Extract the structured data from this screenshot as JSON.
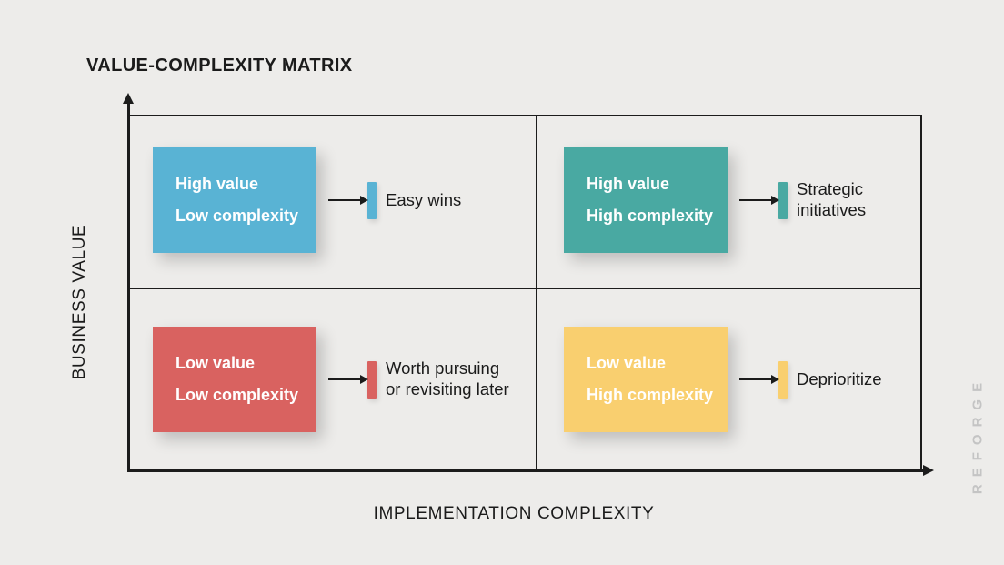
{
  "title": "VALUE-COMPLEXITY MATRIX",
  "axes": {
    "y_label": "BUSINESS VALUE",
    "x_label": "IMPLEMENTATION COMPLEXITY"
  },
  "watermark": "REFORGE",
  "colors": {
    "background": "#EDECEA",
    "axis_line": "#1C1C1C",
    "text": "#1B1B1B",
    "box_text": "#FFFFFF",
    "watermark_text": "#C4C4C4",
    "blue": "#59B3D4",
    "teal": "#49A9A2",
    "red": "#D96260",
    "yellow": "#F9CF6F"
  },
  "quadrants": [
    {
      "position": "top-left",
      "color": "#59B3D4",
      "box_lines": [
        "High value",
        "Low complexity"
      ],
      "label_lines": [
        "Easy wins"
      ]
    },
    {
      "position": "top-right",
      "color": "#49A9A2",
      "box_lines": [
        "High value",
        "High complexity"
      ],
      "label_lines": [
        "Strategic",
        "initiatives"
      ]
    },
    {
      "position": "bottom-left",
      "color": "#D96260",
      "box_lines": [
        "Low value",
        "Low complexity"
      ],
      "label_lines": [
        "Worth pursuing",
        "or revisiting later"
      ]
    },
    {
      "position": "bottom-right",
      "color": "#F9CF6F",
      "box_lines": [
        "Low value",
        "High complexity"
      ],
      "label_lines": [
        "Deprioritize"
      ]
    }
  ]
}
